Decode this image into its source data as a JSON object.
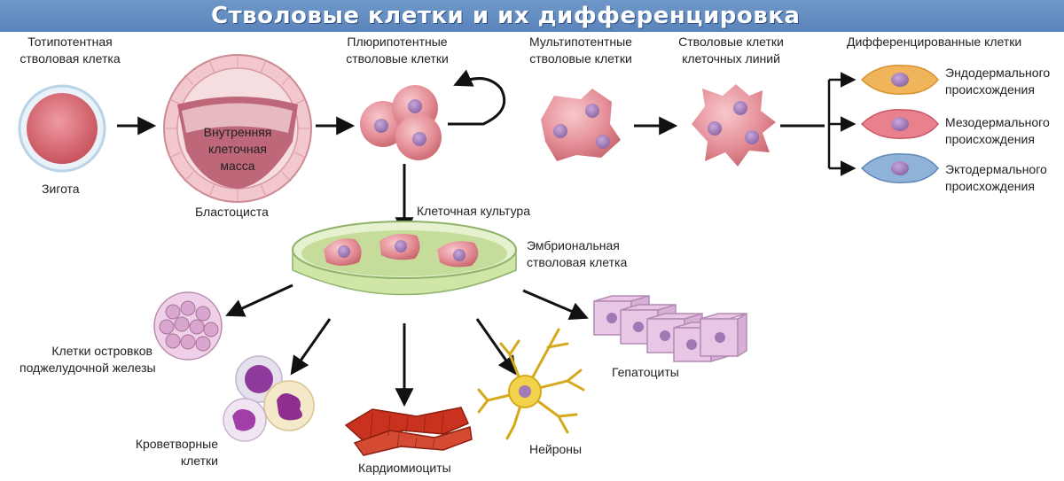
{
  "title": "Стволовые клетки и их дифференцировка",
  "labels": {
    "totipotent_1": "Тотипотентная",
    "totipotent_2": "стволовая клетка",
    "zygote": "Зигота",
    "icm_1": "Внутренняя",
    "icm_2": "клеточная",
    "icm_3": "масса",
    "blastocyst": "Бластоциста",
    "pluri_1": "Плюрипотентные",
    "pluri_2": "стволовые клетки",
    "multi_1": "Мультипотентные",
    "multi_2": "стволовые клетки",
    "lines_1": "Стволовые клетки",
    "lines_2": "клеточных линий",
    "diff": "Дифференцированные клетки",
    "endo_1": "Эндодермального",
    "endo_2": "происхождения",
    "meso_1": "Мезодермального",
    "meso_2": "происхождения",
    "ecto_1": "Эктодермального",
    "ecto_2": "происхождения",
    "culture": "Клеточная культура",
    "esc_1": "Эмбриональная",
    "esc_2": "стволовая клетка",
    "islets_1": "Клетки островков",
    "islets_2": "поджелудочной железы",
    "blood_1": "Кроветворные",
    "blood_2": "клетки",
    "cardio": "Кардиомиоциты",
    "neurons": "Нейроны",
    "hepato": "Гепатоциты"
  },
  "colors": {
    "title_bar": "#5f89bf",
    "cell_pink": "#e58f98",
    "nucleus": "#a07bb5",
    "endoderm": "#f0b45a",
    "mesoderm": "#e9818c",
    "ectoderm": "#8fb2d8",
    "dish_rim": "#cfe6a6",
    "muscle": "#c8321e",
    "neuron": "#f3d24b",
    "hepatocyte": "#e8c6e6"
  }
}
